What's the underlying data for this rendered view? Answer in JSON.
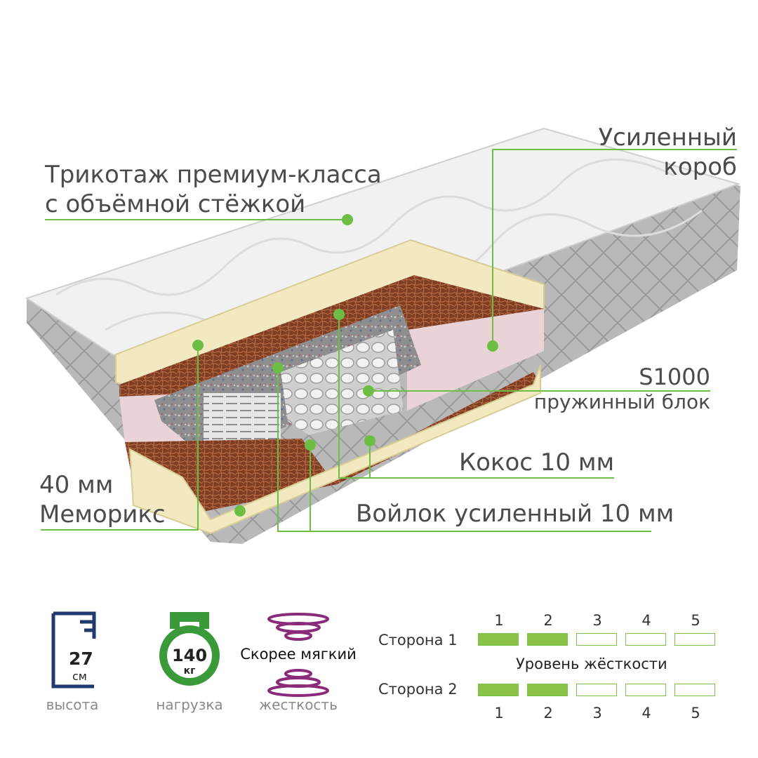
{
  "labels": {
    "top_left": [
      "Трикотаж премиум-класса",
      "с объёмной стёжкой"
    ],
    "top_right": [
      "Усиленный",
      "короб"
    ],
    "spring_block": [
      "S1000",
      "пружинный блок"
    ],
    "coconut": "Кокос 10 мм",
    "felt": "Войлок усиленный 10 мм",
    "memorix": [
      "40 мм",
      "Меморикс"
    ]
  },
  "specs": {
    "height": {
      "value": "27",
      "unit": "см",
      "caption": "высота"
    },
    "load": {
      "value": "140",
      "unit": "кг",
      "caption": "нагрузка"
    },
    "firmness": {
      "value": "Скорее мягкий",
      "caption": "жесткость"
    }
  },
  "stiffness": {
    "title": "Уровень жёсткости",
    "levels": [
      "1",
      "2",
      "3",
      "4",
      "5"
    ],
    "side1": {
      "label": "Сторона 1",
      "level": 2
    },
    "side2": {
      "label": "Сторона 2",
      "level": 2
    }
  },
  "colors": {
    "accent": "#6dbe45",
    "text": "#4b4b4b",
    "cover": "#eeeeee",
    "side": "#a9a9a9",
    "memory_foam": "#f3ebc4",
    "coir": "#7a3b24",
    "felt": "#8c8c8c",
    "pink_foam": "#ead3d6",
    "navy": "#1f3a6e",
    "firm_icon": "#8a2a7a"
  }
}
